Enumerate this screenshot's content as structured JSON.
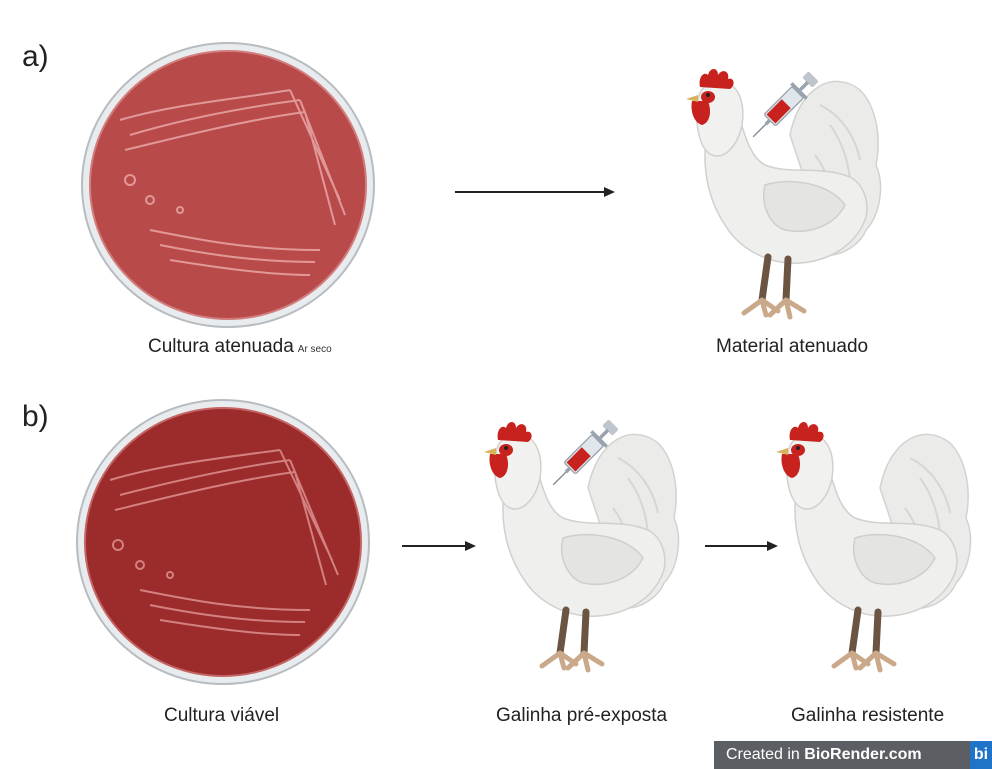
{
  "panel_a": {
    "label": "a)",
    "culture_caption": "Cultura atenuada",
    "culture_note": "Ar seco",
    "chicken_caption": "Material atenuado"
  },
  "panel_b": {
    "label": "b)",
    "culture_caption": "Cultura viável",
    "chicken1_caption": "Galinha pré-exposta",
    "chicken2_caption": "Galinha resistente"
  },
  "footer": {
    "text": "Created in ",
    "brand": "BioRender.com",
    "logo": "bi"
  },
  "colors": {
    "agar_light": "#b94a4a",
    "agar_dark": "#9c2b2b",
    "comb": "#c8221e",
    "feather": "#eeeeec",
    "legs": "#caa98a"
  }
}
